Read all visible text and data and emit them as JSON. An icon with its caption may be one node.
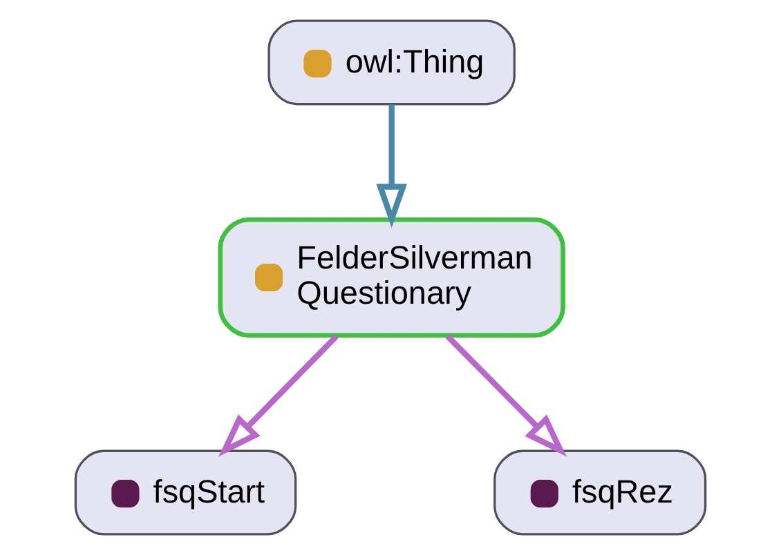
{
  "diagram": {
    "nodes": [
      {
        "text": [
          "owl:Thing"
        ]
      },
      {
        "text": [
          "FelderSilverman Questionary"
        ]
      },
      {
        "text": [
          "fsqStart"
        ]
      },
      {
        "text": [
          "fsqRez"
        ]
      }
    ],
    "edges": [
      {
        "from": 0,
        "to": 1,
        "arrow": "to",
        "color": "#4a88a8"
      },
      {
        "from": 1,
        "to": 2,
        "arrow": "to"
      },
      {
        "from": 1,
        "to": 3,
        "arrow": "to"
      }
    ]
  }
}
